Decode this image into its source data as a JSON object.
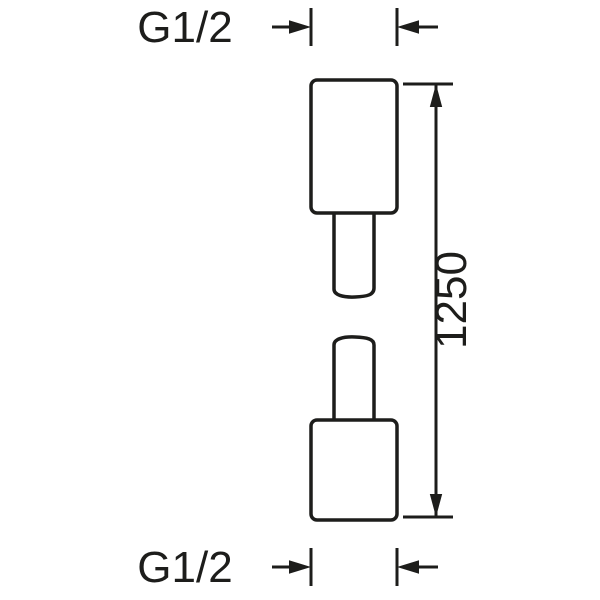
{
  "diagram": {
    "labels": {
      "top_thread": "G1/2",
      "bottom_thread": "G1/2",
      "hose_length": "1250"
    },
    "colors": {
      "line": "#1d1d1b",
      "background": "#ffffff"
    }
  }
}
